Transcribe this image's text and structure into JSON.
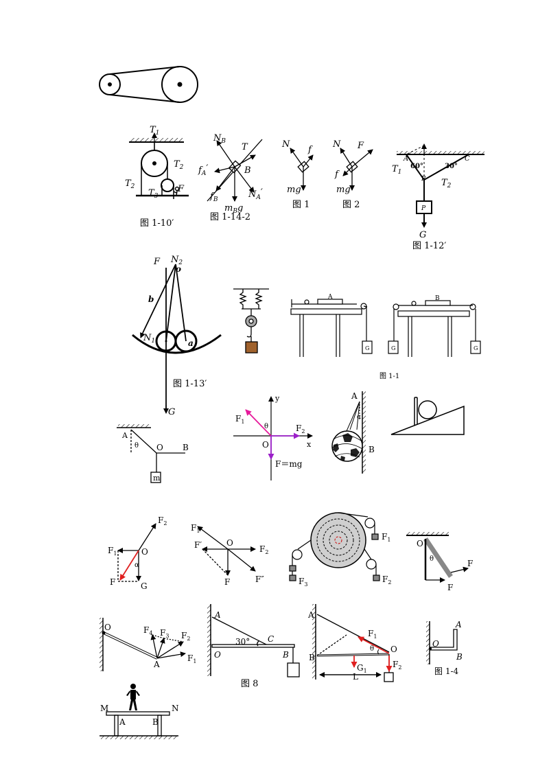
{
  "figures": {
    "belt": {},
    "fig_1_10": {
      "caption": "图 1-10′",
      "T1": "T",
      "T1s": "1",
      "T2": "T",
      "T2s": "2",
      "T3": "T",
      "T3s": "3",
      "F": "F"
    },
    "fig_1_14_2": {
      "caption": "图 1-14-2",
      "NB": "N",
      "NBs": "B",
      "T": "T",
      "fA": "f",
      "fAs": "A",
      "fAp": "′",
      "B": "B",
      "fB": "f",
      "fBs": "B",
      "mBg": "m",
      "mBgs": "B",
      "mBgg": "g",
      "NA": "N",
      "NAs": "A",
      "NAp": "′"
    },
    "fig1": {
      "caption": "图 1",
      "N": "N",
      "f": "f",
      "mg": "mg"
    },
    "fig2": {
      "caption": "图 2",
      "N": "N",
      "F": "F",
      "f": "f",
      "mg": "mg"
    },
    "fig_1_12": {
      "caption": "图 1-12′",
      "A": "A",
      "C": "C",
      "T1": "T",
      "T1s": "1",
      "a60": "60°",
      "a30": "30°",
      "B": "B",
      "T2": "T",
      "T2s": "2",
      "P": "P",
      "G": "G"
    },
    "fig_1_13": {
      "caption": "图 1-13′",
      "F": "F",
      "N2": "N",
      "N2s": "2",
      "o": "o",
      "b": "b",
      "N1": "N",
      "N1s": "1",
      "a": "a",
      "G": "G"
    },
    "fig_1_1": {
      "caption": "图 1-1",
      "A": "A",
      "B": "B",
      "G1": "G",
      "G2": "G",
      "G3": "G"
    },
    "angle_fig": {
      "A": "A",
      "theta": "θ",
      "O": "O",
      "B": "B",
      "m": "m"
    },
    "axes_fig": {
      "y": "y",
      "x": "x",
      "F1": "F",
      "F1s": "1",
      "F2": "F",
      "F2s": "2",
      "theta": "θ",
      "O": "O",
      "Fmg": "F＝mg",
      "magenta": "#e6199b",
      "purple": "#9b1fc9"
    },
    "ball_wall": {
      "A": "A",
      "alpha": "α",
      "B": "B"
    },
    "incline": {},
    "parallelogram1": {
      "F2": "F",
      "F2s": "2",
      "F1": "F",
      "F1s": "1",
      "O": "O",
      "alpha": "α",
      "F": "F",
      "G": "G",
      "red": "#e02020"
    },
    "cross_forces": {
      "F1": "F",
      "F1s": "1",
      "Fp": "F′",
      "O": "O",
      "F2": "F",
      "F2s": "2",
      "F": "F",
      "Fpp": "F″"
    },
    "wheel": {
      "F1": "F",
      "F1s": "1",
      "F2": "F",
      "F2s": "2",
      "F3": "F",
      "F3s": "3",
      "grey": "#cfcfcf"
    },
    "rod_hinge": {
      "O": "O",
      "theta": "θ",
      "F1": "F",
      "F2": "F"
    },
    "rod_forces": {
      "O": "O",
      "F4": "F",
      "F4s": "4",
      "F3": "F",
      "F3s": "3",
      "F2": "F",
      "F2s": "2",
      "F1": "F",
      "F1s": "1",
      "A": "A"
    },
    "fig8": {
      "caption": "图 8",
      "A": "A",
      "angle": "30°",
      "C": "C",
      "O": "O",
      "B": "B"
    },
    "beam_red": {
      "A": "A",
      "F1": "F",
      "F1s": "1",
      "theta": "θ",
      "O": "O",
      "B": "B",
      "G1": "G",
      "G1s": "1",
      "F2": "F",
      "F2s": "2",
      "L": "L"
    },
    "fig_1_4": {
      "caption": "图 1-4",
      "A": "A",
      "O": "O",
      "B": "B"
    },
    "bench": {
      "M": "M",
      "N": "N",
      "A": "A",
      "B": "B"
    }
  }
}
